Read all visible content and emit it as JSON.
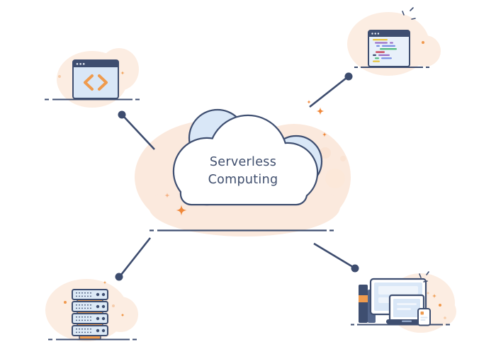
{
  "cloud": {
    "line1": "Serverless",
    "line2": "Computing"
  },
  "palette": {
    "navy_outline": "#3e4e70",
    "text_navy": "#3f4e6d",
    "light_blue": "#d9e7f7",
    "pale_blue": "#eef4fb",
    "editor_body": "#e8f0fa",
    "peach_blob": "#fbe9dd",
    "peach_light": "#fdf1e9",
    "orange": "#ef9b4e",
    "orange_spark": "#f0883a",
    "code_yellow": "#e8c53e",
    "code_purple": "#9a70c8",
    "code_blue": "#7b90e4",
    "code_green": "#55bd83",
    "code_red": "#c9455a",
    "white": "#ffffff"
  },
  "nodes": {
    "top_left": "code-browser",
    "top_right": "code-editor",
    "bottom_left": "server-stack",
    "bottom_right": "devices"
  },
  "code_editor": {
    "lines": [
      {
        "segments": [
          {
            "x": 6,
            "w": 21,
            "color": "#e8c53e"
          }
        ]
      },
      {
        "segments": [
          {
            "x": 9,
            "w": 18,
            "color": "#9a70c8"
          },
          {
            "x": 30,
            "w": 5,
            "color": "#9a70c8"
          }
        ]
      },
      {
        "segments": [
          {
            "x": 11,
            "w": 5,
            "color": "#7b90e4"
          },
          {
            "x": 19,
            "w": 19,
            "color": "#7b90e4"
          }
        ]
      },
      {
        "segments": [
          {
            "x": 16,
            "w": 24,
            "color": "#55bd83"
          }
        ]
      },
      {
        "segments": [
          {
            "x": 10,
            "w": 13,
            "color": "#c9455a"
          }
        ]
      },
      {
        "segments": [
          {
            "x": 6,
            "w": 5,
            "color": "#3e4e70"
          },
          {
            "x": 14,
            "w": 16,
            "color": "#9a70c8"
          }
        ]
      },
      {
        "segments": [
          {
            "x": 9,
            "w": 6,
            "color": "#55bd83"
          },
          {
            "x": 18,
            "w": 15,
            "color": "#7b90e4"
          }
        ]
      },
      {
        "segments": [
          {
            "x": 6,
            "w": 10,
            "color": "#e8c53e"
          }
        ]
      }
    ]
  }
}
